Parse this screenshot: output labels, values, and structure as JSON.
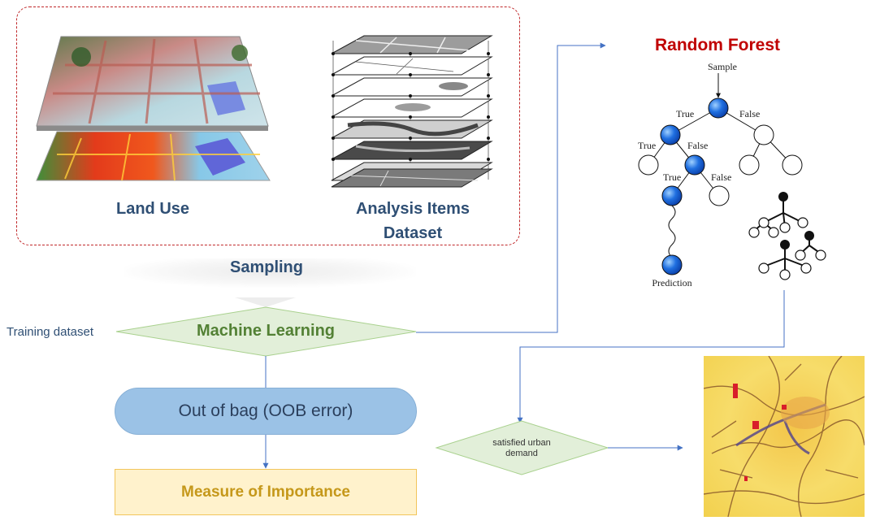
{
  "top_group": {
    "land_use_label": "Land Use",
    "analysis_label_line1": "Analysis Items",
    "analysis_label_line2": "Dataset"
  },
  "sampling_label": "Sampling",
  "training_label": "Training dataset",
  "machine_learning_label": "Machine Learning",
  "oob_label": "Out of bag (OOB error)",
  "measure_label": "Measure of Importance",
  "random_forest": {
    "title": "Random Forest",
    "sample_label": "Sample",
    "prediction_label": "Prediction",
    "true_label": "True",
    "false_label": "False"
  },
  "decision": {
    "line1": "satisfied urban",
    "line2": "demand"
  },
  "colors": {
    "dashed_border": "#c0282a",
    "label_blue": "#2f4f74",
    "ml_green": "#538135",
    "diamond_fill": "#e2efd9",
    "oob_fill": "#9bc2e6",
    "measure_fill": "#fff2cc",
    "measure_text": "#c5981a",
    "rf_red": "#c00000",
    "connector": "#4472c4",
    "node_blue": "#1f6fe0"
  }
}
